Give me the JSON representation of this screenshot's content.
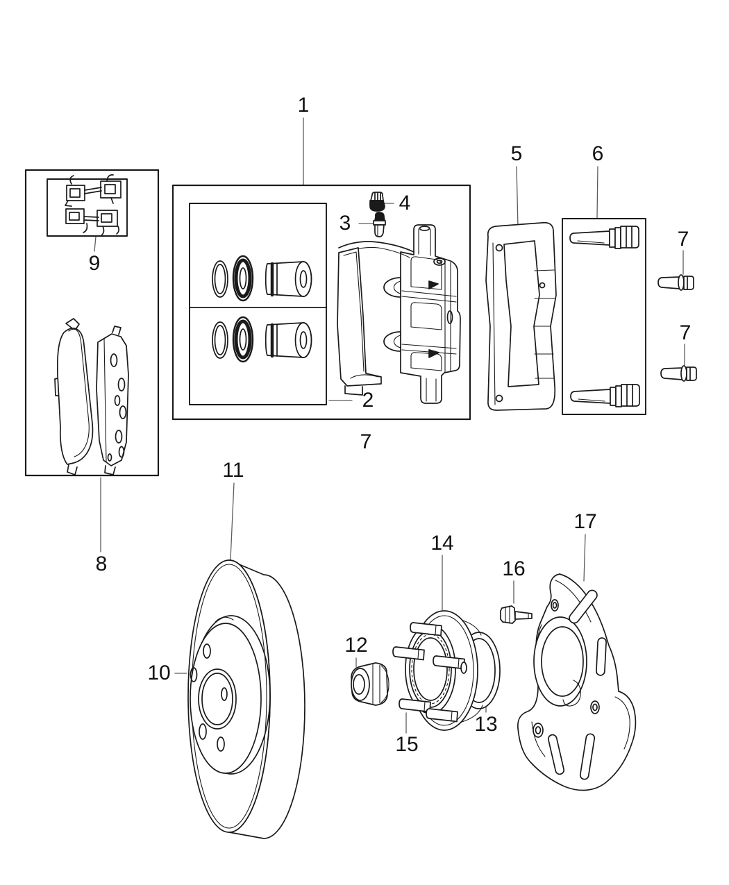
{
  "diagram": {
    "type": "exploded-parts-diagram",
    "subject": "Front disc brake assembly",
    "background_color": "#ffffff",
    "line_color": "#1a1a1a",
    "leader_color": "#5c5c5c",
    "callouts": [
      {
        "label": "1",
        "part": "caliper-kit-box"
      },
      {
        "label": "2",
        "part": "piston-seal-kit"
      },
      {
        "label": "3",
        "part": "bleeder-screw"
      },
      {
        "label": "4",
        "part": "bleeder-screw-cap"
      },
      {
        "label": "5",
        "part": "caliper-adapter"
      },
      {
        "label": "6",
        "part": "guide-pin-kit"
      },
      {
        "label": "7",
        "part": "mounting-bolt-upper"
      },
      {
        "label": "7",
        "part": "mounting-bolt-lower"
      },
      {
        "label": "7",
        "part": "caliper-assembly"
      },
      {
        "label": "8",
        "part": "brake-pad-kit"
      },
      {
        "label": "9",
        "part": "abutment-clip-kit"
      },
      {
        "label": "10",
        "part": "rotor-lug-hole"
      },
      {
        "label": "11",
        "part": "brake-rotor"
      },
      {
        "label": "12",
        "part": "hub-nut"
      },
      {
        "label": "13",
        "part": "hub-bearing-rear"
      },
      {
        "label": "14",
        "part": "hub-and-bearing"
      },
      {
        "label": "15",
        "part": "wheel-stud"
      },
      {
        "label": "16",
        "part": "shield-bolt"
      },
      {
        "label": "17",
        "part": "splash-shield"
      }
    ]
  }
}
